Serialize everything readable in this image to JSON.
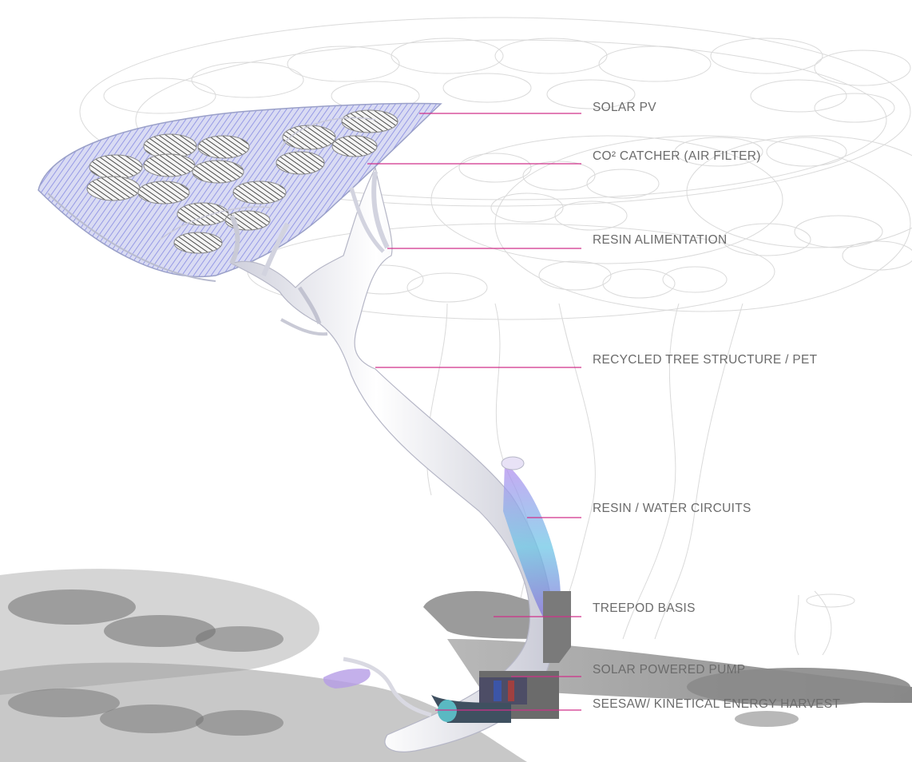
{
  "callouts": [
    {
      "id": "solar-pv",
      "label": "SOLAR PV"
    },
    {
      "id": "co2-catcher",
      "label": "CO² CATCHER (AIR FILTER)"
    },
    {
      "id": "resin-alimentation",
      "label": "RESIN ALIMENTATION"
    },
    {
      "id": "recycled-tree-structure",
      "label": "RECYCLED TREE STRUCTURE / PET"
    },
    {
      "id": "resin-water-circuits",
      "label": "RESIN / WATER CIRCUITS"
    },
    {
      "id": "treepod-basis",
      "label": "TREEPOD BASIS"
    },
    {
      "id": "solar-powered-pump",
      "label": "SOLAR POWERED PUMP"
    },
    {
      "id": "seesaw-kinetic",
      "label": "SEESAW/ KINETICAL ENERGY HARVEST"
    }
  ],
  "colors": {
    "leader_line": "#d0308a",
    "label_text": "#6b6b6b",
    "canopy_panel": "#6f73d9",
    "structure": "#e8e8ee",
    "shadow": "#8a8a8a",
    "sketch_lines": "#d6d6d6"
  }
}
